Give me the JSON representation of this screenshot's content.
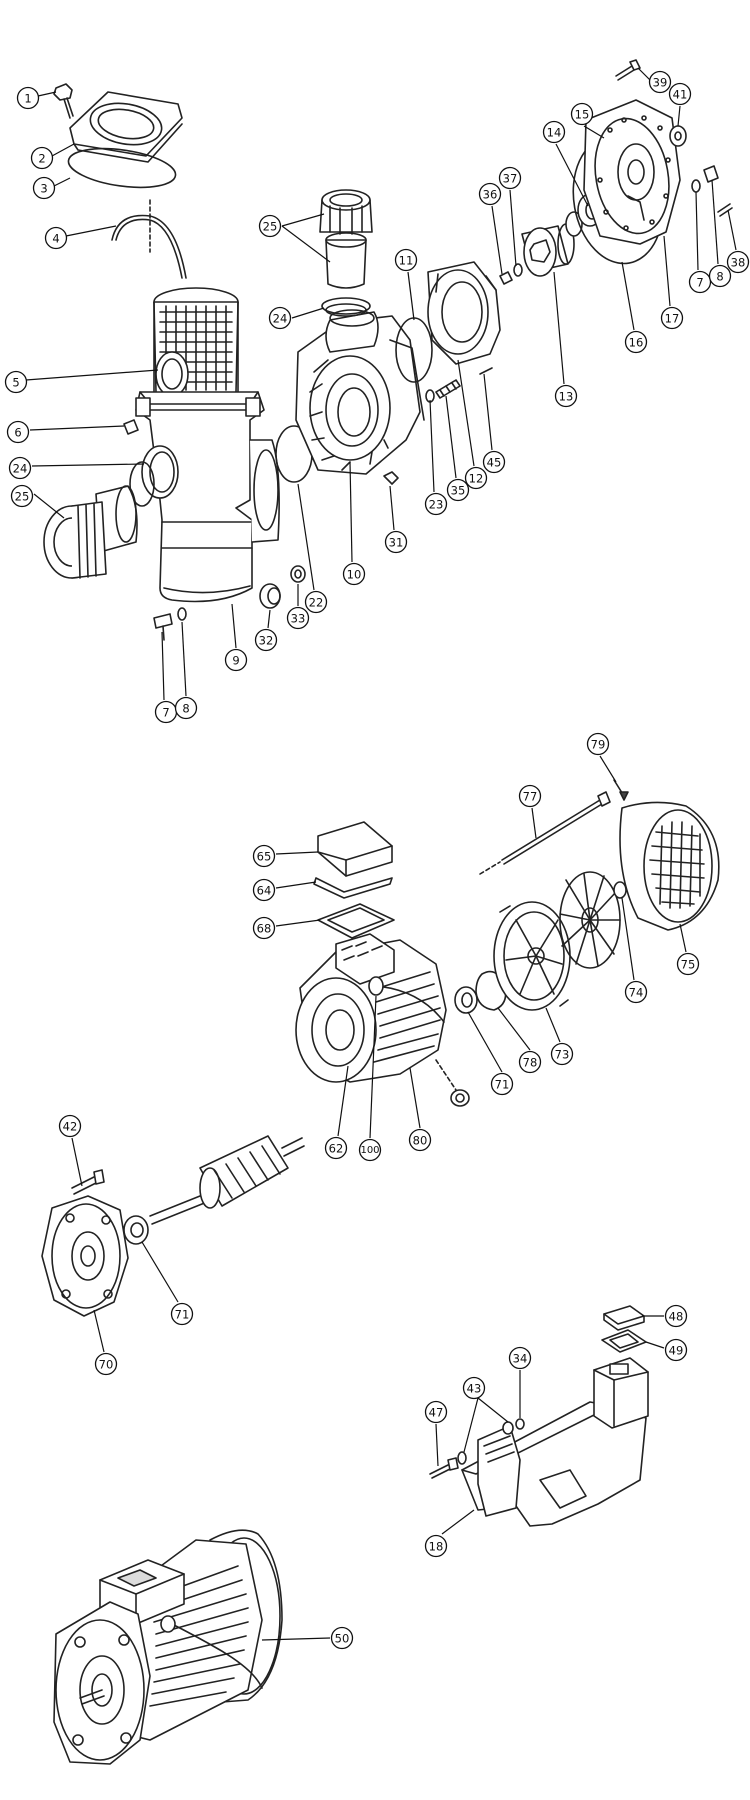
{
  "callouts": [
    {
      "id": "c1",
      "label": "1"
    },
    {
      "id": "c2",
      "label": "2"
    },
    {
      "id": "c3",
      "label": "3"
    },
    {
      "id": "c4",
      "label": "4"
    },
    {
      "id": "c5",
      "label": "5"
    },
    {
      "id": "c6",
      "label": "6"
    },
    {
      "id": "c24a",
      "label": "24"
    },
    {
      "id": "c25a",
      "label": "25"
    },
    {
      "id": "c7a",
      "label": "7"
    },
    {
      "id": "c8a",
      "label": "8"
    },
    {
      "id": "c9",
      "label": "9"
    },
    {
      "id": "c32",
      "label": "32"
    },
    {
      "id": "c33",
      "label": "33"
    },
    {
      "id": "c22",
      "label": "22"
    },
    {
      "id": "c10",
      "label": "10"
    },
    {
      "id": "c31",
      "label": "31"
    },
    {
      "id": "c23",
      "label": "23"
    },
    {
      "id": "c35",
      "label": "35"
    },
    {
      "id": "c12",
      "label": "12"
    },
    {
      "id": "c45",
      "label": "45"
    },
    {
      "id": "c25b",
      "label": "25"
    },
    {
      "id": "c24b",
      "label": "24"
    },
    {
      "id": "c11",
      "label": "11"
    },
    {
      "id": "c36",
      "label": "36"
    },
    {
      "id": "c37",
      "label": "37"
    },
    {
      "id": "c13",
      "label": "13"
    },
    {
      "id": "c14",
      "label": "14"
    },
    {
      "id": "c15",
      "label": "15"
    },
    {
      "id": "c39",
      "label": "39"
    },
    {
      "id": "c41",
      "label": "41"
    },
    {
      "id": "c7b",
      "label": "7"
    },
    {
      "id": "c8b",
      "label": "8"
    },
    {
      "id": "c38",
      "label": "38"
    },
    {
      "id": "c16",
      "label": "16"
    },
    {
      "id": "c17",
      "label": "17"
    },
    {
      "id": "c65",
      "label": "65"
    },
    {
      "id": "c64",
      "label": "64"
    },
    {
      "id": "c68",
      "label": "68"
    },
    {
      "id": "c77",
      "label": "77"
    },
    {
      "id": "c79",
      "label": "79"
    },
    {
      "id": "c75",
      "label": "75"
    },
    {
      "id": "c74",
      "label": "74"
    },
    {
      "id": "c73",
      "label": "73"
    },
    {
      "id": "c78",
      "label": "78"
    },
    {
      "id": "c71a",
      "label": "71"
    },
    {
      "id": "c62",
      "label": "62"
    },
    {
      "id": "c100",
      "label": "100"
    },
    {
      "id": "c80",
      "label": "80"
    },
    {
      "id": "c42",
      "label": "42"
    },
    {
      "id": "c71b",
      "label": "71"
    },
    {
      "id": "c70",
      "label": "70"
    },
    {
      "id": "c48",
      "label": "48"
    },
    {
      "id": "c49",
      "label": "49"
    },
    {
      "id": "c34",
      "label": "34"
    },
    {
      "id": "c43",
      "label": "43"
    },
    {
      "id": "c47",
      "label": "47"
    },
    {
      "id": "c18",
      "label": "18"
    },
    {
      "id": "c50",
      "label": "50"
    }
  ]
}
